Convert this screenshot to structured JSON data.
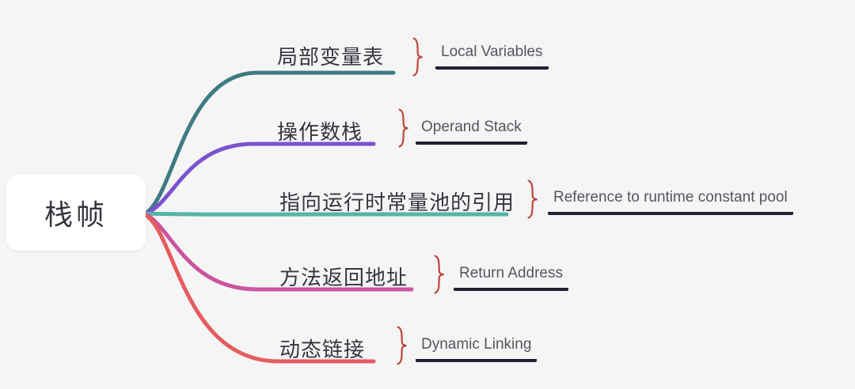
{
  "root": {
    "label": "栈帧"
  },
  "branches": [
    {
      "zh": "局部变量表",
      "en": "Local Variables",
      "color": "#3e7b80"
    },
    {
      "zh": "操作数栈",
      "en": "Operand Stack",
      "color": "#7b52cf"
    },
    {
      "zh": "指向运行时常量池的引用",
      "en": "Reference to runtime constant pool",
      "color": "#54b4a7"
    },
    {
      "zh": "方法返回地址",
      "en": "Return Address",
      "color": "#cb549f"
    },
    {
      "zh": "动态链接",
      "en": "Dynamic Linking",
      "color": "#e55c5f"
    }
  ],
  "colors": {
    "bg": "#f5f5f6",
    "node_bg": "#ffffff",
    "zh_text": "#36363f",
    "en_text": "#55555f",
    "underline": "#1e2233",
    "brace": "#c0453a"
  }
}
